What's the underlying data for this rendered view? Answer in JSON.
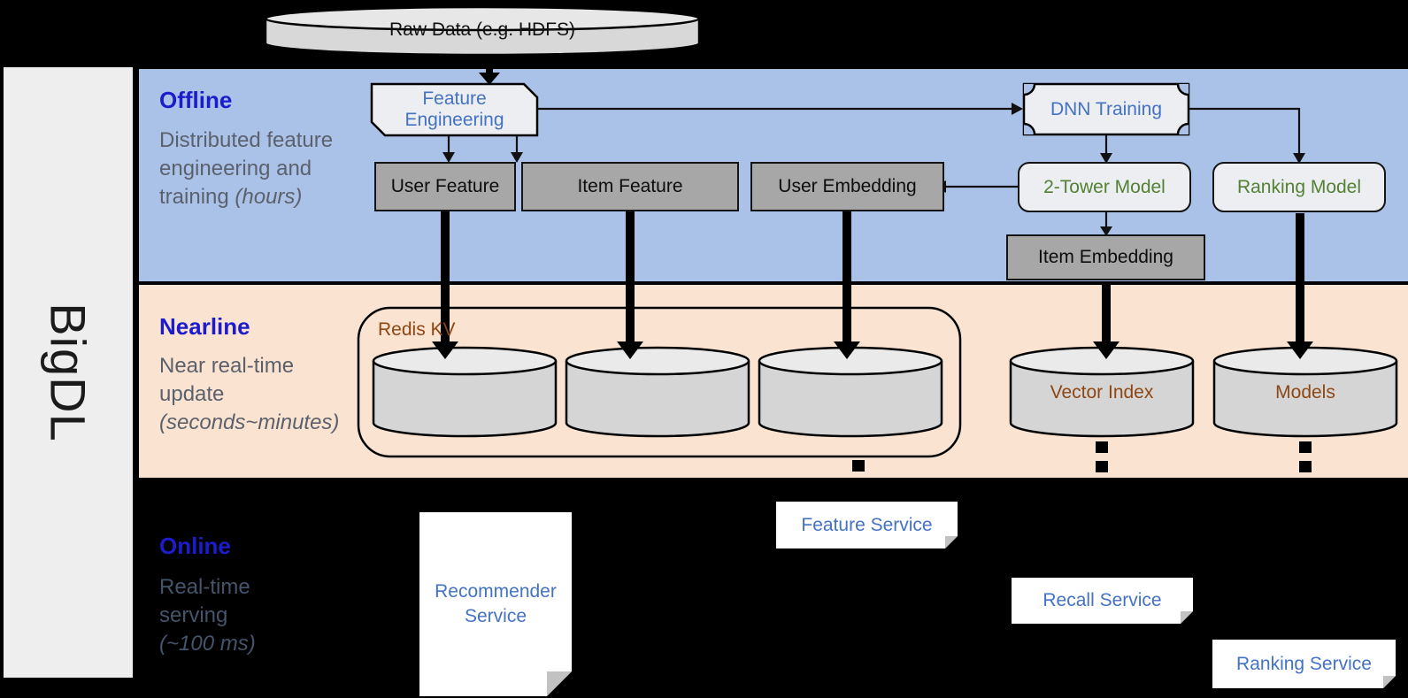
{
  "diagram": {
    "brand": "BigDL",
    "source": "Raw Data (e.g. HDFS)",
    "lanes": {
      "offline": {
        "title": "Offline",
        "subtitle": "Distributed feature engineering and training",
        "note": "(hours)"
      },
      "nearline": {
        "title": "Nearline",
        "subtitle": "Near real-time update",
        "note": "(seconds~minutes)"
      },
      "online": {
        "title": "Online",
        "subtitle": "Real-time serving",
        "note": "(~100 ms)"
      }
    },
    "nodes": {
      "feature_engineering": "Feature Engineering",
      "dnn_training": "DNN Training",
      "user_feature": "User Feature",
      "item_feature": "Item Feature",
      "user_embedding": "User Embedding",
      "two_tower_model": "2-Tower Model",
      "ranking_model": "Ranking Model",
      "item_embedding": "Item Embedding",
      "redis_kv": "Redis KV",
      "vector_index": "Vector Index",
      "models": "Models",
      "recommender_service": "Recommender Service",
      "feature_service": "Feature Service",
      "recall_service": "Recall Service",
      "ranking_service": "Ranking Service"
    },
    "colors": {
      "background": "#000000",
      "sidebar": "#eeeeee",
      "offline_band": "#abc2e8",
      "nearline_band": "#fbe3d1",
      "lane_title_blue": "#1c1ccd",
      "subtitle_gray": "#5b616c",
      "node_text_blue": "#4472c4",
      "node_text_green": "#538135",
      "node_text_brown": "#8e4613",
      "gray_box": "#a7a7a7",
      "light_box": "#eceef1"
    }
  }
}
